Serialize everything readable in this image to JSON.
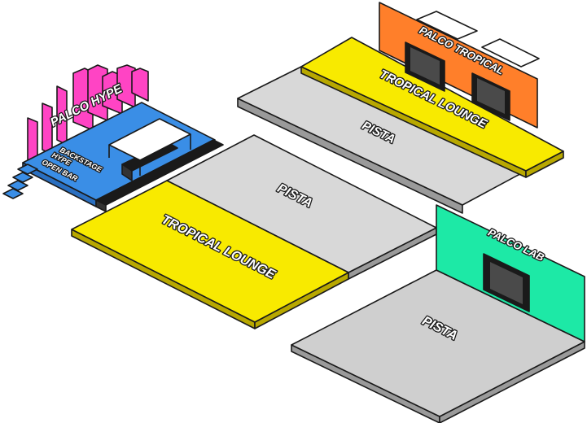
{
  "stages": {
    "hype": {
      "name": "PALCO HYPE",
      "extras": [
        "BACKSTAGE",
        "HYPE",
        "OPEN BAR"
      ]
    },
    "tropical": {
      "name": "PALCO TROPICAL"
    },
    "lab": {
      "name": "PALCO LAB"
    }
  },
  "zones": {
    "pista_top": "PISTA",
    "pista_middle": "PISTA",
    "pista_bottom": "PISTA",
    "lounge_top": "TROPICAL LOUNGE",
    "lounge_left": "TROPICAL LOUNGE"
  },
  "colors": {
    "hype": "#ff44c4",
    "hype_floor": "#3a8ee6",
    "tropical": "#ff7f2a",
    "lab": "#1de9a6",
    "lounge": "#f8ea00",
    "pista": "#d8d8d8",
    "outline": "#1a1a1a"
  }
}
